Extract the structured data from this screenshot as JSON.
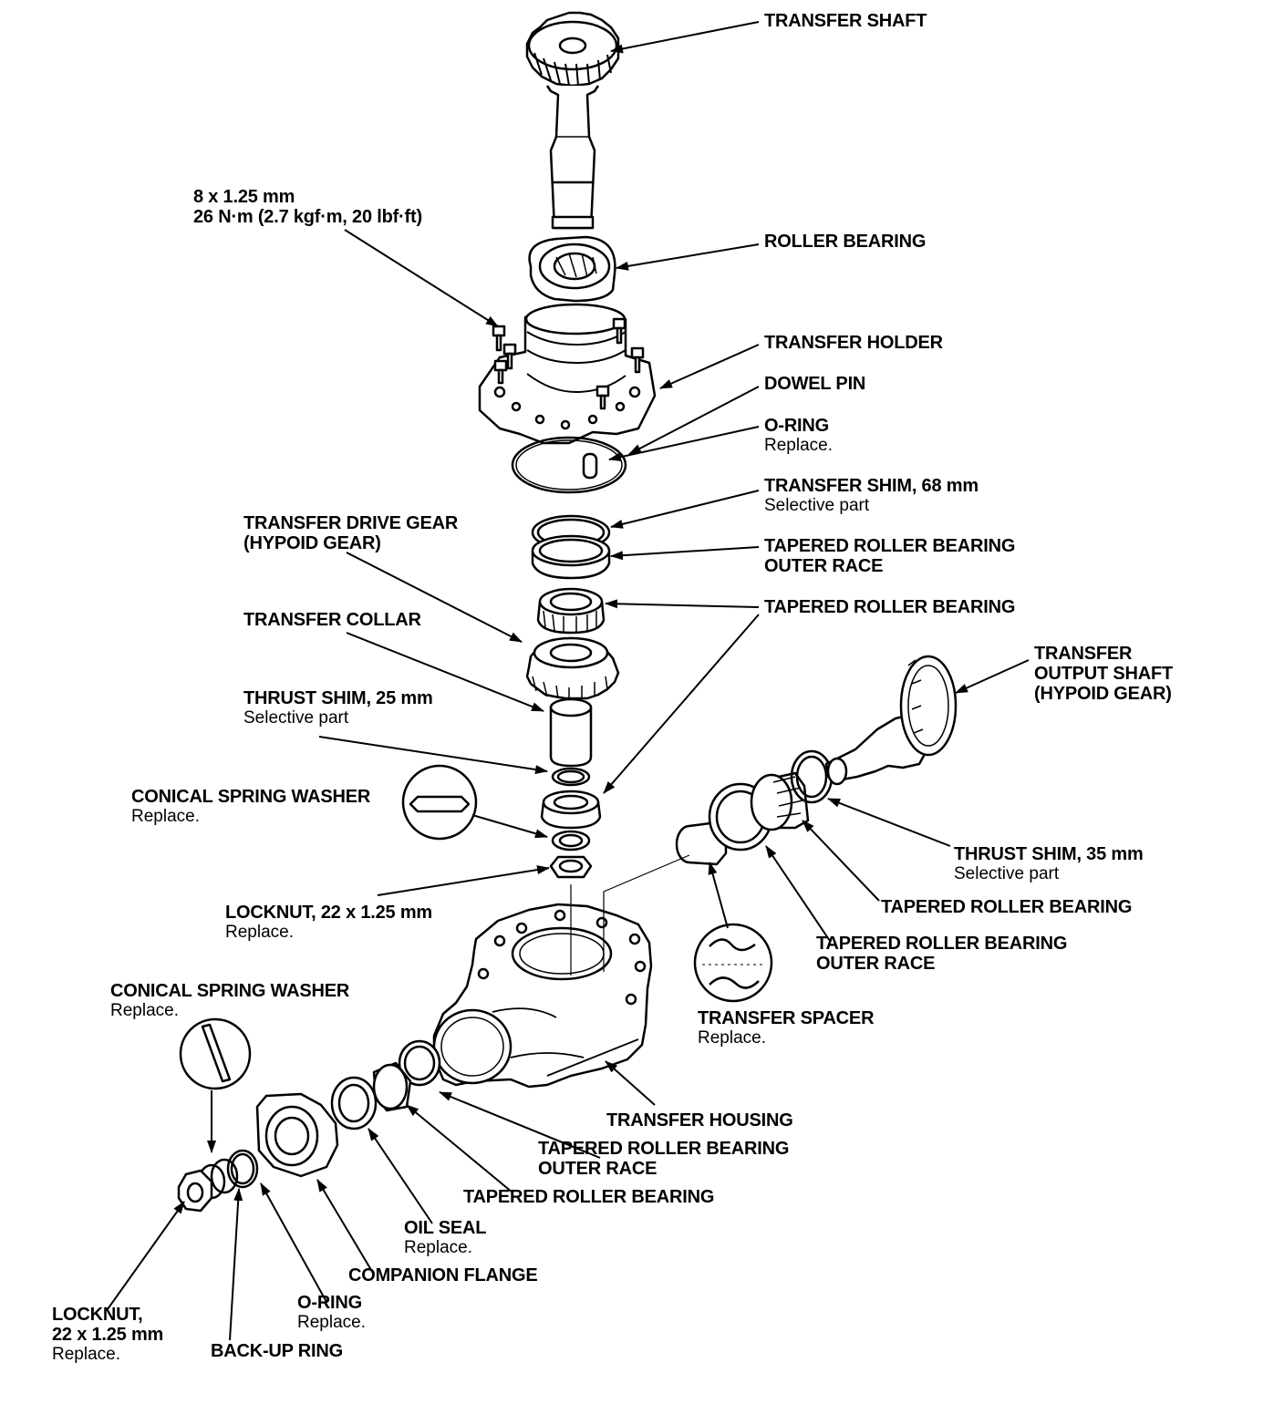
{
  "colors": {
    "ink": "#000000",
    "paper": "#ffffff"
  },
  "labels": {
    "transfer_shaft": [
      "TRANSFER SHAFT"
    ],
    "bolt_spec": [
      "8 x 1.25 mm",
      "26 N·m (2.7 kgf·m, 20 lbf·ft)"
    ],
    "roller_bearing": [
      "ROLLER BEARING"
    ],
    "transfer_holder": [
      "TRANSFER HOLDER"
    ],
    "dowel_pin": [
      "DOWEL PIN"
    ],
    "o_ring_top": [
      "O-RING",
      "Replace."
    ],
    "transfer_shim": [
      "TRANSFER SHIM, 68 mm",
      "Selective part"
    ],
    "drive_gear": [
      "TRANSFER DRIVE GEAR",
      "(HYPOID GEAR)"
    ],
    "tapered_race_top": [
      "TAPERED ROLLER BEARING",
      "OUTER RACE"
    ],
    "tapered_bearing_top": [
      "TAPERED ROLLER BEARING"
    ],
    "transfer_collar": [
      "TRANSFER COLLAR"
    ],
    "output_shaft": [
      "TRANSFER",
      "OUTPUT SHAFT",
      "(HYPOID GEAR)"
    ],
    "thrust_shim_25": [
      "THRUST SHIM, 25 mm",
      "Selective part"
    ],
    "conical_washer_top": [
      "CONICAL SPRING WASHER",
      "Replace."
    ],
    "thrust_shim_35": [
      "THRUST SHIM, 35 mm",
      "Selective part"
    ],
    "tapered_bearing_right": [
      "TAPERED ROLLER BEARING"
    ],
    "locknut_top": [
      "LOCKNUT, 22 x 1.25 mm",
      "Replace."
    ],
    "tapered_race_right": [
      "TAPERED ROLLER BEARING",
      "OUTER RACE"
    ],
    "conical_washer_bottom": [
      "CONICAL SPRING WASHER",
      "Replace."
    ],
    "transfer_spacer": [
      "TRANSFER SPACER",
      "Replace."
    ],
    "transfer_housing": [
      "TRANSFER HOUSING"
    ],
    "tapered_race_bottom": [
      "TAPERED ROLLER BEARING",
      "OUTER RACE"
    ],
    "tapered_bearing_bottom": [
      "TAPERED ROLLER BEARING"
    ],
    "oil_seal": [
      "OIL SEAL",
      "Replace."
    ],
    "companion_flange": [
      "COMPANION FLANGE"
    ],
    "o_ring_bottom": [
      "O-RING",
      "Replace."
    ],
    "locknut_bottom": [
      "LOCKNUT,",
      "22 x 1.25 mm",
      "Replace."
    ],
    "backup_ring": [
      "BACK-UP RING"
    ]
  }
}
